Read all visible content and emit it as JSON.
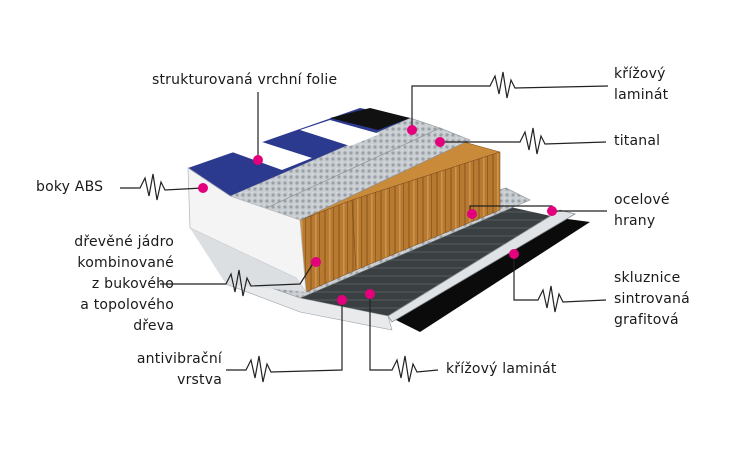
{
  "colors": {
    "marker": "#e4007c",
    "leader": "#222222",
    "base_black": "#0b0b0b",
    "steel": "#c7ccd0",
    "wood": "#b5742c",
    "topsheet_blue": "#2b3a8f",
    "sidewall_white": "#f4f4f4"
  },
  "labels": {
    "topsheet": "strukturovaná vrchní folie",
    "cross_laminate_top": [
      "křížový",
      "laminát"
    ],
    "titanal": "titanal",
    "abs_sides": "boky ABS",
    "steel_edges": [
      "ocelové",
      "hrany"
    ],
    "wood_core": [
      "dřevěné jádro",
      "kombinované",
      "z bukového",
      "a topolového",
      "dřeva"
    ],
    "base": [
      "skluznice",
      "sintrovaná",
      "grafitová"
    ],
    "antivibration": [
      "antivibrační",
      "vrstva"
    ],
    "cross_laminate_bottom": "křížový laminát"
  }
}
